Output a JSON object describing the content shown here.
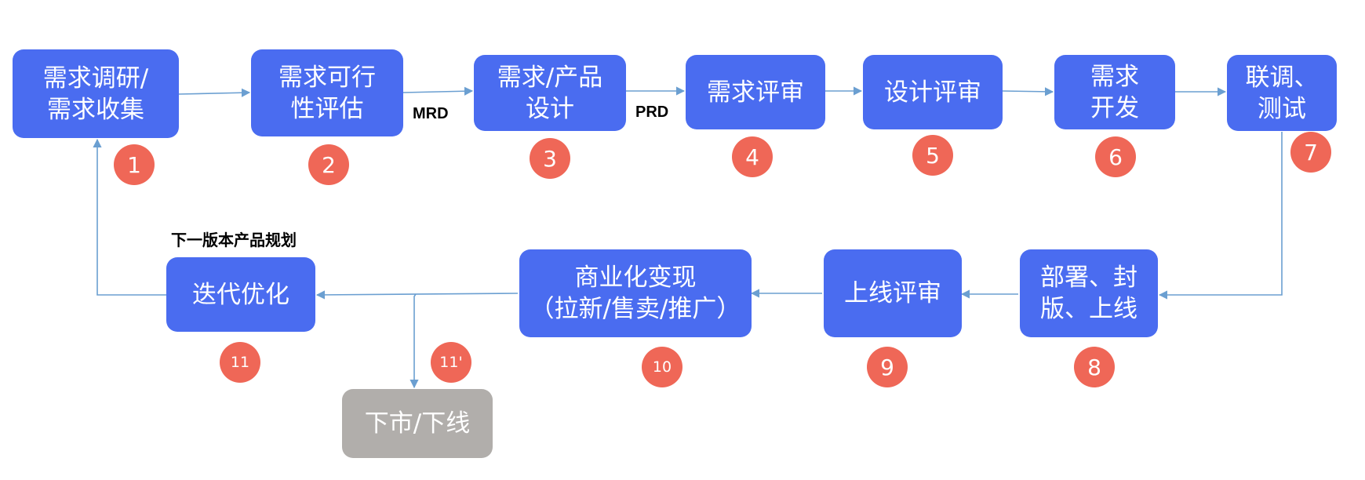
{
  "steps": [
    {
      "label": "需求调研/\n需求收集",
      "badge": "1"
    },
    {
      "label": "需求可行\n性评估",
      "badge": "2"
    },
    {
      "label": "需求/产品\n设计",
      "badge": "3"
    },
    {
      "label": "需求评审",
      "badge": "4"
    },
    {
      "label": "设计评审",
      "badge": "5"
    },
    {
      "label": "需求\n开发",
      "badge": "6"
    },
    {
      "label": "联调、\n测试",
      "badge": "7"
    },
    {
      "label": "部署、封\n版、上线",
      "badge": "8"
    },
    {
      "label": "上线评审",
      "badge": "9"
    },
    {
      "label": "商业化变现\n（拉新/售卖/推广）",
      "badge": "10"
    },
    {
      "label": "迭代优化",
      "badge": "11"
    },
    {
      "label": "下市/下线",
      "badge": "11'"
    }
  ],
  "edge_labels": {
    "mrd": "MRD",
    "prd": "PRD",
    "next_version": "下一版本产品规划"
  },
  "colors": {
    "step_fill": "#4a6cf0",
    "retired_fill": "#b1aeab",
    "badge_fill": "#ef6757",
    "connector": "#6b9fd1"
  }
}
